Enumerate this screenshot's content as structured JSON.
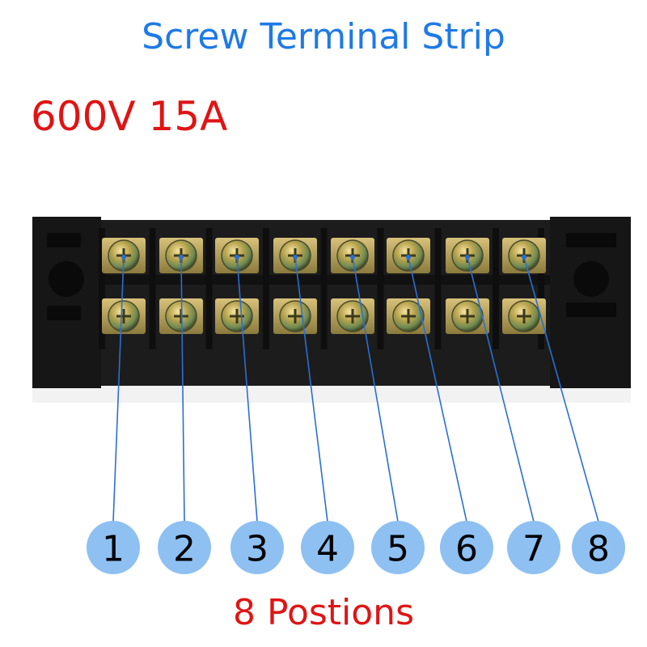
{
  "title": "Screw Terminal Strip",
  "rating": "600V 15A",
  "footer": "8 Postions",
  "positions": [
    "1",
    "2",
    "3",
    "4",
    "5",
    "6",
    "7",
    "8"
  ],
  "colors": {
    "title": "#1e7ae6",
    "rating": "#e01414",
    "footer": "#e01414",
    "badge": "#8ec0f2",
    "leader_line": "#2a6fd6",
    "block": "#1c1c1c"
  }
}
